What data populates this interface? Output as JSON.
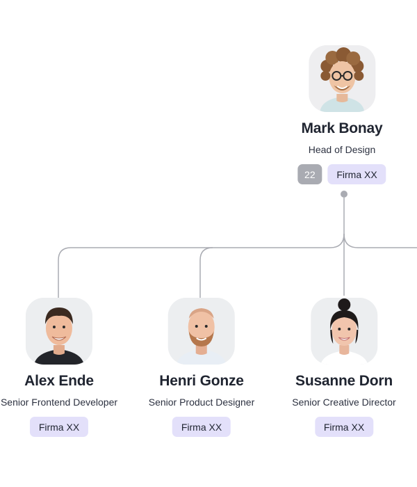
{
  "manager": {
    "name": "Mark Bonay",
    "role": "Head of Design",
    "reports_count": "22",
    "company": "Firma XX",
    "avatar_icon": "portrait-curly-hair-glasses"
  },
  "reports": [
    {
      "name": "Alex Ende",
      "role": "Senior Frontend Developer",
      "company": "Firma XX",
      "avatar_icon": "portrait-short-dark-hair"
    },
    {
      "name": "Henri Gonze",
      "role": "Senior Product Designer",
      "company": "Firma XX",
      "avatar_icon": "portrait-bald-beard"
    },
    {
      "name": "Susanne Dorn",
      "role": "Senior Creative Director",
      "company": "Firma XX",
      "avatar_icon": "portrait-hair-bun"
    }
  ],
  "colors": {
    "connector": "#a9abb2",
    "company_badge_bg": "#e3e0fa",
    "count_badge_bg": "#a9abb2",
    "avatar_bg": "#f0f0f2"
  }
}
